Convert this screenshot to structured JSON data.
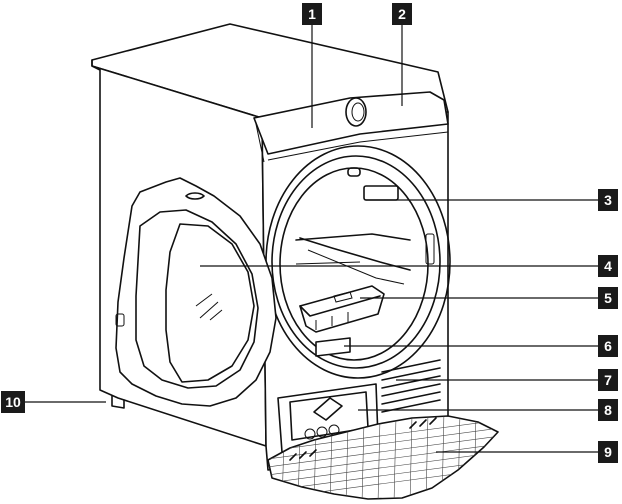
{
  "callouts": [
    {
      "id": "1",
      "label": "1"
    },
    {
      "id": "2",
      "label": "2"
    },
    {
      "id": "3",
      "label": "3"
    },
    {
      "id": "4",
      "label": "4"
    },
    {
      "id": "5",
      "label": "5"
    },
    {
      "id": "6",
      "label": "6"
    },
    {
      "id": "7",
      "label": "7"
    },
    {
      "id": "8",
      "label": "8"
    },
    {
      "id": "9",
      "label": "9"
    },
    {
      "id": "10",
      "label": "10"
    }
  ],
  "colors": {
    "line": "#111111",
    "badge": "#1a1a1a",
    "badge_text": "#ffffff",
    "background": "#ffffff"
  }
}
